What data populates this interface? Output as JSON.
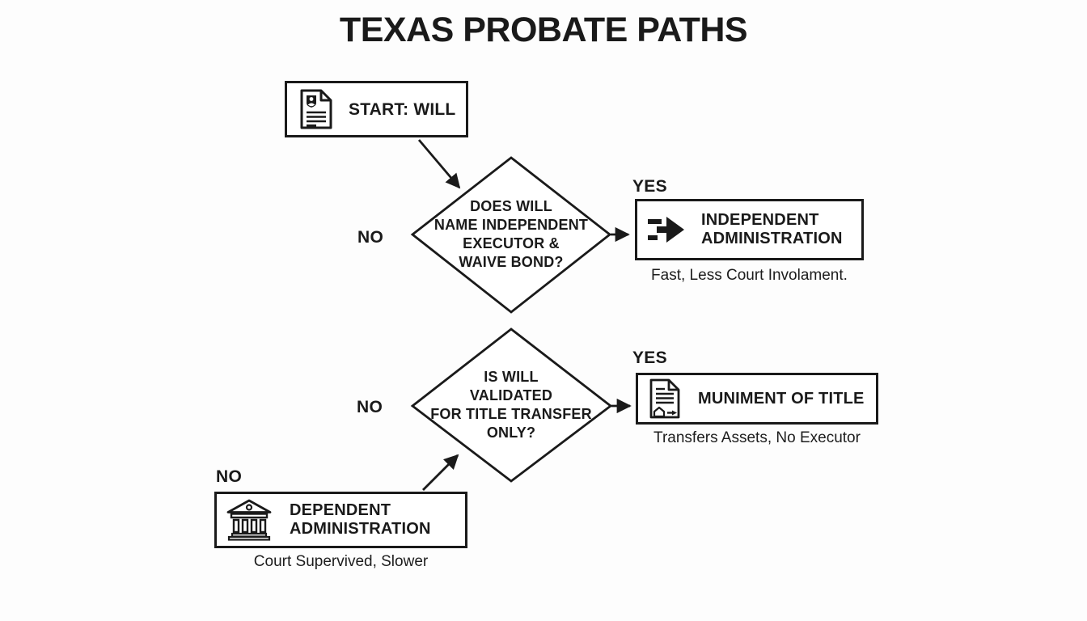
{
  "title": "TEXAS PROBATE PATHS",
  "colors": {
    "ink": "#1a1a1a",
    "background": "#fdfdfd",
    "node_fill": "#ffffff"
  },
  "nodes": {
    "start": {
      "label": "START: WILL",
      "icon": "will-document-icon"
    },
    "decision1": {
      "lines": [
        "DOES WILL",
        "NAME INDEPENDENT",
        "EXECUTOR &",
        "WAIVE BOND?"
      ]
    },
    "independent": {
      "label_lines": [
        "INDEPENDENT",
        "ADMINISTRATION"
      ],
      "caption": "Fast, Less Court Involament.",
      "icon": "fast-arrow-icon"
    },
    "decision2": {
      "lines": [
        "IS WILL",
        "VALIDATED",
        "FOR TITLE TRANSFER",
        "ONLY?"
      ]
    },
    "muniment": {
      "label": "MUNIMENT OF TITLE",
      "caption": "Transfers Assets, No Executor",
      "icon": "deed-document-icon"
    },
    "dependent": {
      "label_lines": [
        "DEPENDENT",
        "ADMINISTRATION"
      ],
      "caption": "Court Supervived, Slower",
      "icon": "courthouse-icon"
    }
  },
  "edge_labels": {
    "decision1_yes": "YES",
    "decision1_no": "NO",
    "decision2_yes": "YES",
    "decision2_no": "NO",
    "dependent_no": "NO"
  }
}
